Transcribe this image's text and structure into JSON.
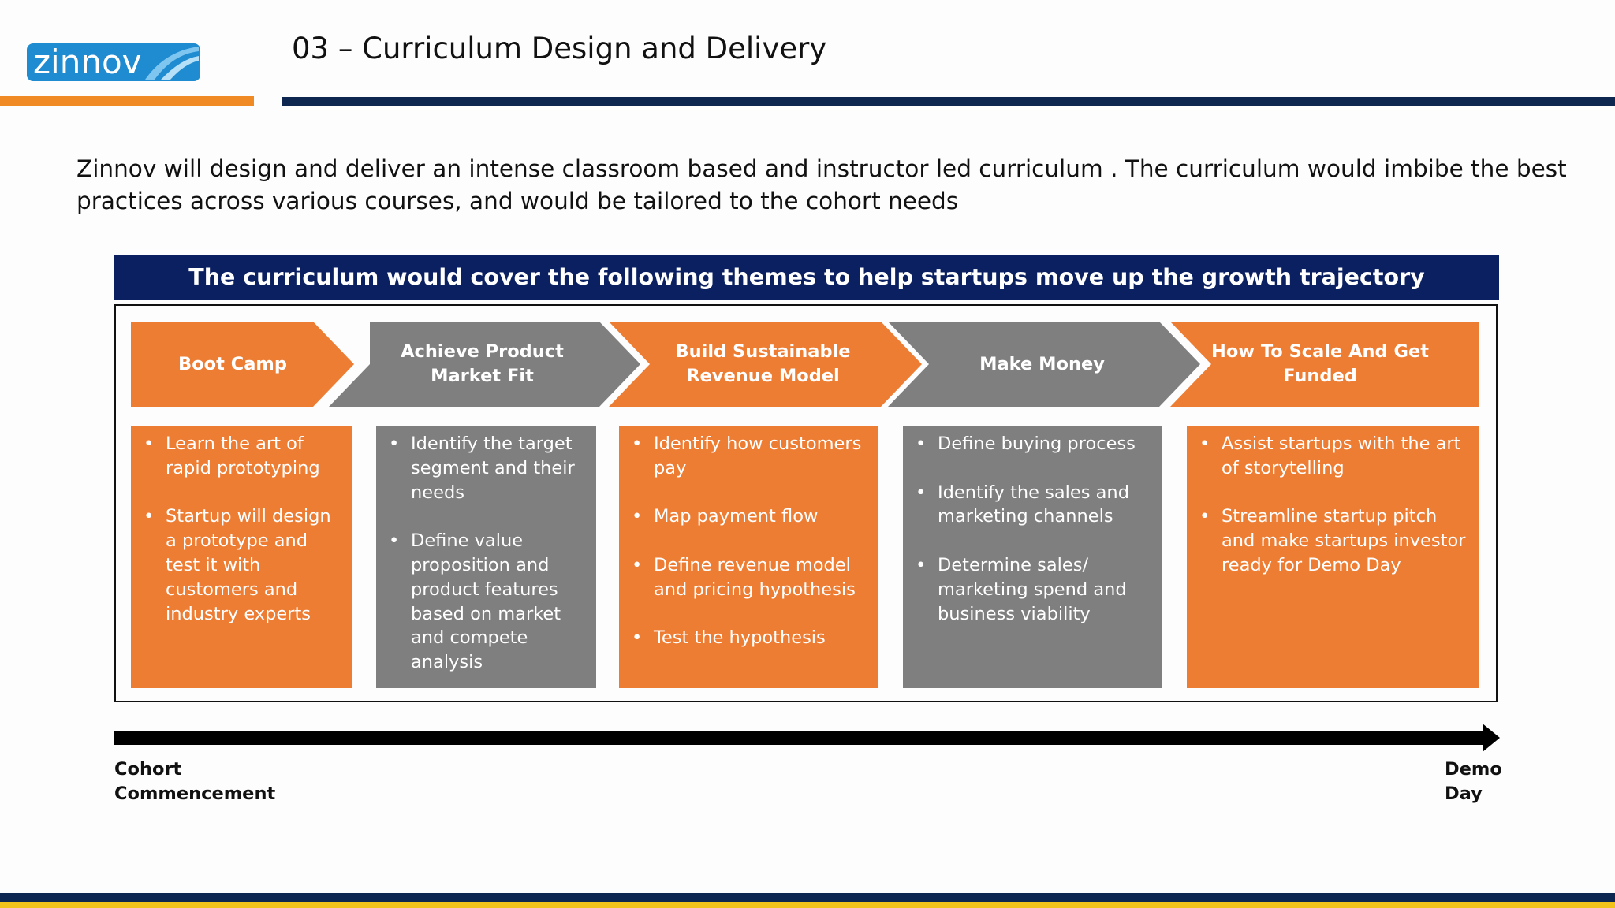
{
  "brand": {
    "logo_text": "zinnov",
    "colors": {
      "orange": "#EE7D34",
      "grey": "#7F7F7F",
      "navy": "#0B2061",
      "logo_blue": "#1F8BD0"
    }
  },
  "header": {
    "title": "03 – Curriculum Design and Delivery"
  },
  "intro": "Zinnov will design and deliver an intense classroom based and instructor led curriculum . The curriculum would imbibe the best practices across various courses, and would be tailored to the cohort needs",
  "themes_header": "The curriculum would cover the following themes to help startups move up the growth trajectory",
  "stages": [
    {
      "title": "Boot Camp",
      "color": "orange",
      "bullets": [
        "Learn the art of rapid prototyping",
        "Startup will design a prototype and test it with customers and industry experts"
      ]
    },
    {
      "title": "Achieve Product Market Fit",
      "color": "grey",
      "bullets": [
        "Identify the target segment and their needs",
        "Define value proposition and product features based on market and compete analysis"
      ]
    },
    {
      "title": "Build Sustainable Revenue Model",
      "color": "orange",
      "bullets": [
        "Identify how customers pay",
        "Map payment flow",
        "Define revenue model and pricing hypothesis",
        "Test the hypothesis"
      ]
    },
    {
      "title": "Make Money",
      "color": "grey",
      "bullets": [
        "Define buying process",
        "Identify the sales and marketing channels",
        "Determine sales/ marketing spend and business viability"
      ]
    },
    {
      "title": "How To Scale And Get Funded",
      "color": "orange",
      "bullets": [
        "Assist startups with the art of storytelling",
        "Streamline startup pitch and make startups investor ready for Demo Day"
      ]
    }
  ],
  "timeline": {
    "start_label": "Cohort Commencement",
    "end_label": "Demo Day"
  }
}
